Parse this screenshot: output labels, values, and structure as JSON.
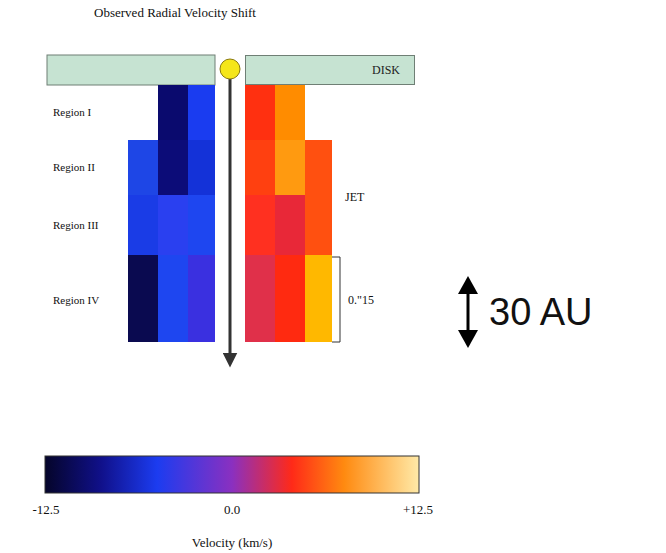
{
  "diagram": {
    "title": "Observed Radial Velocity Shift",
    "nodes": [
      {
        "text": [
          "DISK"
        ]
      }
    ],
    "labels": [
      "Region I",
      "Region II",
      "Region III",
      "Region IV",
      "JET",
      "0.\"15",
      "30 AU",
      "-12.5",
      "0.0",
      "+12.5",
      "Velocity (km/s)"
    ]
  }
}
